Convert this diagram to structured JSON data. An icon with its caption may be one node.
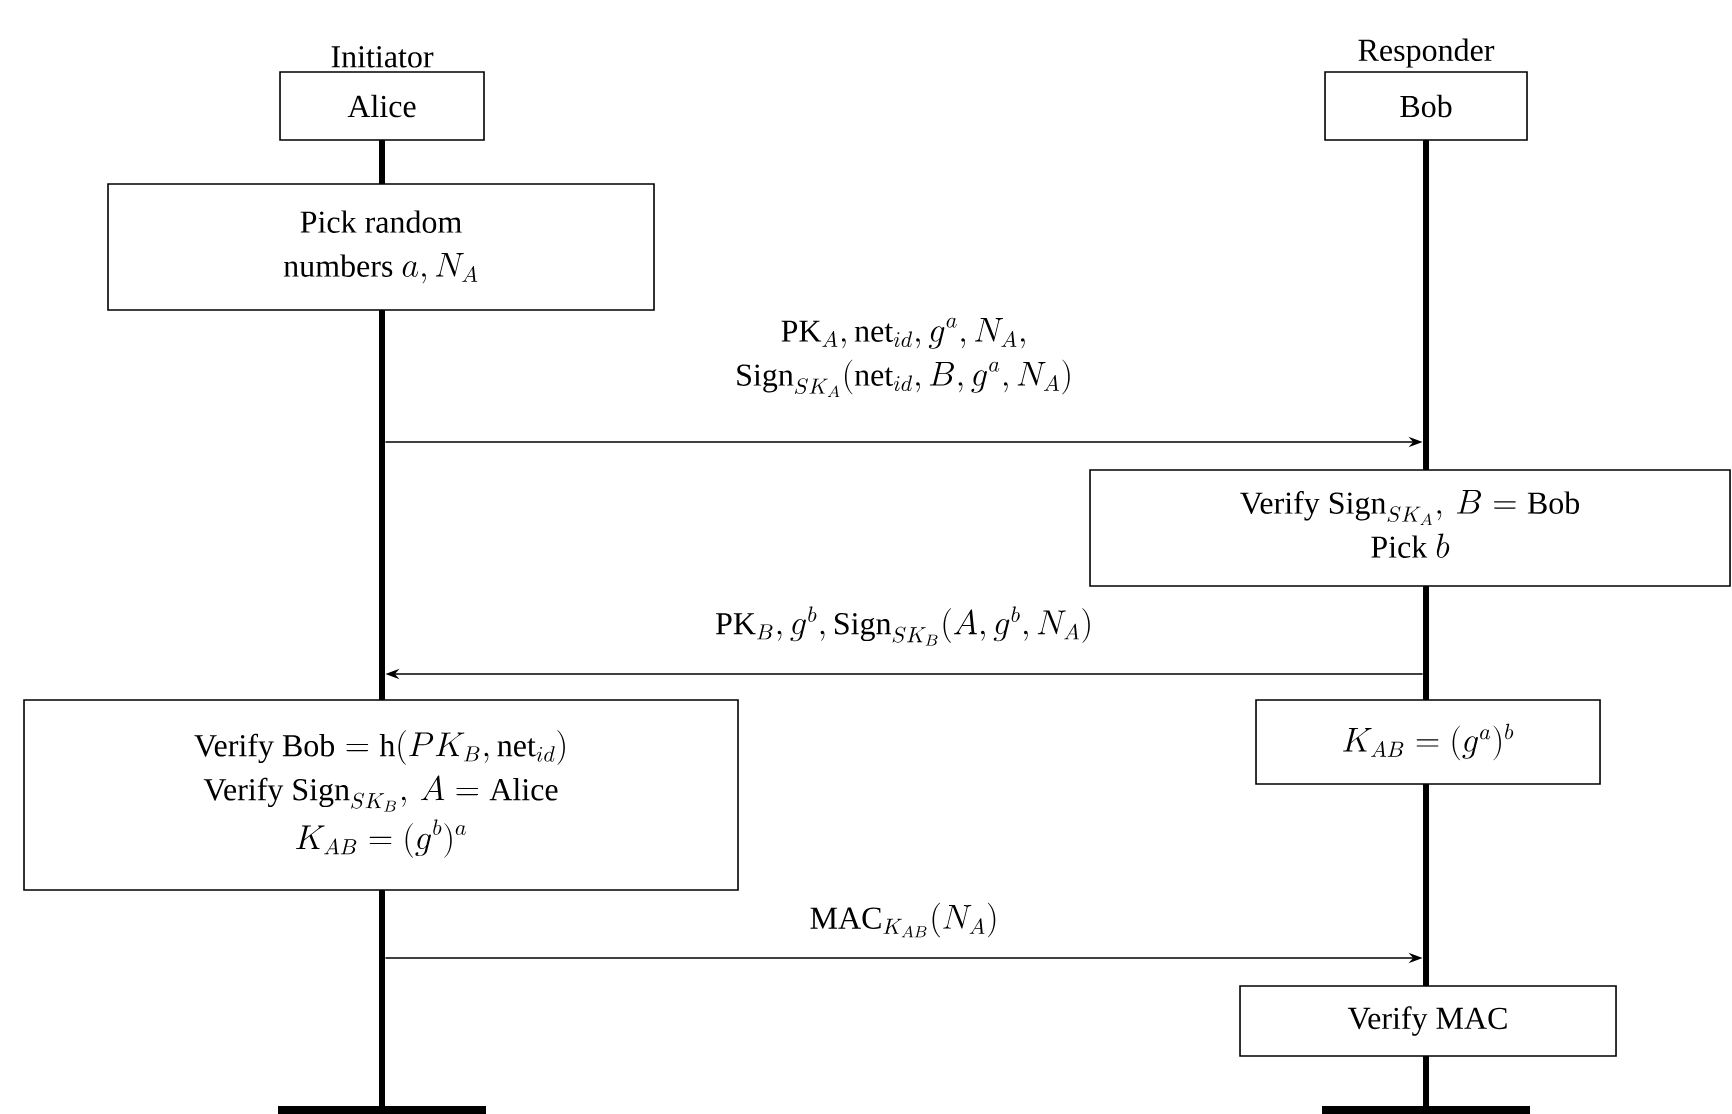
{
  "diagram": {
    "nodes": [
      {
        "text": [
          "Initiator",
          "Alice"
        ]
      },
      {
        "text": [
          "Responder",
          "Bob"
        ]
      },
      {
        "text": [
          "\\begin{gathered}\\text{Pick random}\\\\ \\text{numbers } a, N_A\\end{gathered}"
        ]
      },
      {
        "text": [
          "\\begin{gathered}\\text{Verify }\\mathrm{Sign}_{SK_A},\\, B = \\text{Bob}\\\\ \\text{Pick } b\\end{gathered}"
        ]
      },
      {
        "text": [
          "\\begin{gathered}\\text{Verify Bob} = \\mathrm{h}(PK_B, \\mathrm{net}_{id})\\\\ \\text{Verify }\\mathrm{Sign}_{SK_B},\\, A = \\text{Alice}\\\\ K_{AB} = (g^b)^a\\end{gathered}"
        ]
      },
      {
        "text": [
          "K_{AB} = (g^a)^b"
        ]
      },
      {
        "text": [
          "Verify MAC"
        ]
      },
      {
        "text": [],
        "shape": "bar"
      },
      {
        "text": [],
        "shape": "bar"
      }
    ],
    "edges": [
      {
        "from": 7,
        "to": 8,
        "arrow": "to",
        "label": "\\begin{gathered}\\mathrm{PK}_A, \\mathrm{net}_{id}, g^a, N_A,\\\\ \\mathrm{Sign}_{SK_A}(\\mathrm{net}_{id}, B, g^a, N_A)\\end{gathered}"
      },
      {
        "from": 8,
        "to": 7,
        "arrow": "to",
        "label": "\\mathrm{PK}_B, g^b, \\mathrm{Sign}_{SK_B}(A, g^b, N_A)"
      },
      {
        "from": 7,
        "to": 8,
        "arrow": "to",
        "label": "\\mathrm{MAC}_{K_{AB}}(N_A)"
      }
    ]
  }
}
